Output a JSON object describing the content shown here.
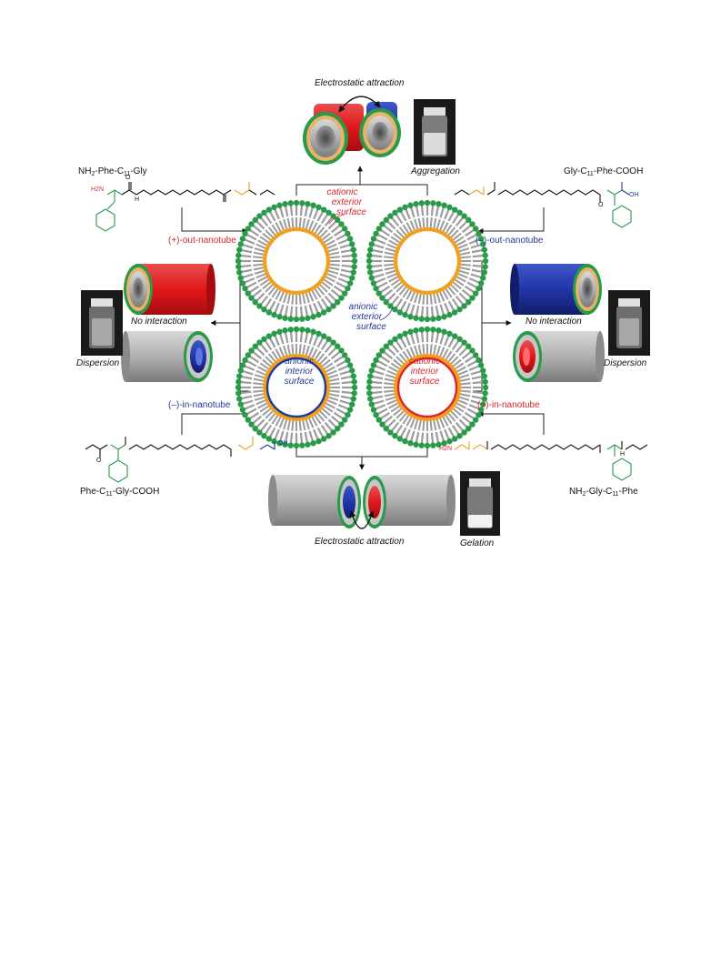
{
  "top_label": "Electrostatic attraction",
  "top_result": "Aggregation",
  "bottom_label": "Electrostatic attraction",
  "bottom_result": "Gelation",
  "left_result_label": "No interaction",
  "left_result": "Dispersion",
  "right_result_label": "No interaction",
  "right_result": "Dispersion",
  "molecules": {
    "tl": {
      "p1": "NH",
      "s1": "2",
      "p2": "-Phe-C",
      "s2": "11",
      "p3": "-Gly"
    },
    "tr": {
      "p1": "Gly-C",
      "s1": "11",
      "p2": "-Phe-COOH"
    },
    "bl": {
      "p1": "Phe-C",
      "s1": "11",
      "p2": "-Gly-COOH"
    },
    "br": {
      "p1": "NH",
      "s1": "2",
      "p2": "-Gly-C",
      "s2": "11",
      "p3": "-Phe"
    }
  },
  "tubes": {
    "pos_out": "(+)-out-nanotube",
    "neg_out": "(–)-out-nanotube",
    "neg_in": "(–)-in-nanotube",
    "pos_in": "(+)-in-nanotube"
  },
  "surfaces": {
    "cationic_ext": [
      "cationic",
      "exterior",
      "surface"
    ],
    "anionic_ext": [
      "anionic",
      "exterior",
      "surface"
    ],
    "anionic_int": [
      "anionic",
      "interior",
      "surface"
    ],
    "cationic_int": [
      "cationic",
      "interior",
      "surface"
    ]
  },
  "chem_atoms": {
    "nh2": "H2N",
    "nh": "H",
    "n": "N",
    "o": "O",
    "oh": "OH"
  },
  "colors": {
    "red": "#d9262e",
    "blue": "#1f3a9a",
    "green": "#2a9a4a",
    "orange": "#f0a020",
    "gray": "#9a9a9a"
  }
}
